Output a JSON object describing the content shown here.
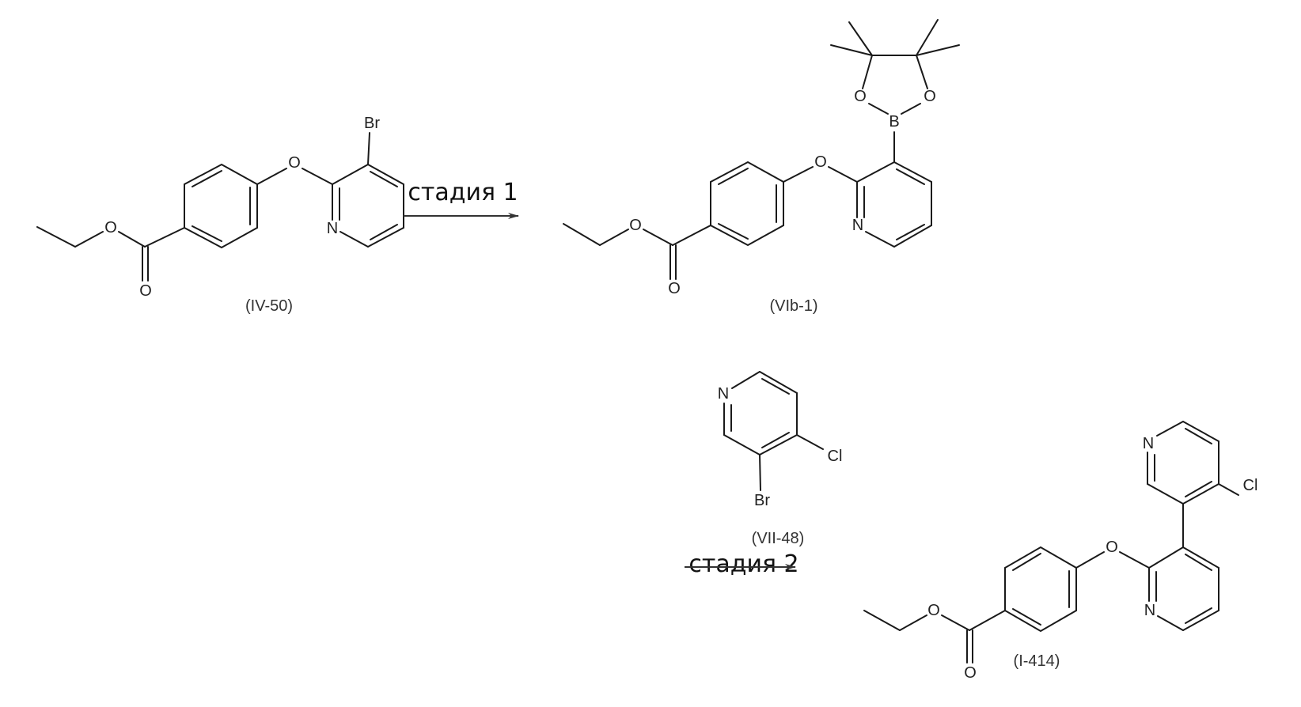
{
  "scheme": {
    "steps": [
      {
        "label": "стадия 1",
        "arrow": "right-arrow"
      },
      {
        "label": "стадия 2",
        "arrow": "right-arrow"
      }
    ],
    "compounds": [
      {
        "id": "IV-50",
        "label": "(IV-50)",
        "atoms": {
          "o_ester": "O",
          "o_carbonyl": "O",
          "o_ether": "O",
          "n": "N",
          "br": "Br"
        }
      },
      {
        "id": "VIb-1",
        "label": "(VIb-1)",
        "atoms": {
          "o_ester": "O",
          "o_carbonyl": "O",
          "o_ether": "O",
          "n": "N",
          "b": "B",
          "o_b1": "O",
          "o_b2": "O"
        }
      },
      {
        "id": "VII-48",
        "label": "(VII-48)",
        "atoms": {
          "n": "N",
          "cl": "Cl",
          "br": "Br"
        }
      },
      {
        "id": "I-414",
        "label": "(I-414)",
        "atoms": {
          "o_ester": "O",
          "o_carbonyl": "O",
          "o_ether": "O",
          "n1": "N",
          "n2": "N",
          "cl": "Cl"
        }
      }
    ]
  }
}
